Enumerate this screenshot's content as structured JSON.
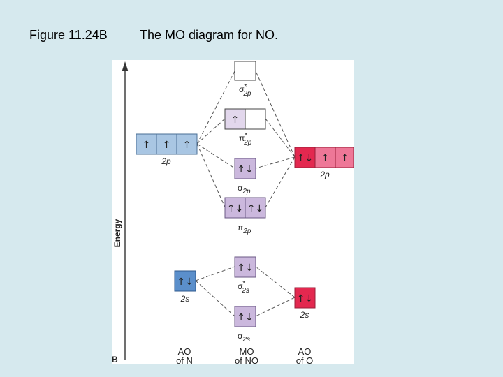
{
  "caption": {
    "figure_label": "Figure 11.24B",
    "title": "The MO diagram for NO."
  },
  "diagram": {
    "panel_letter": "B",
    "axis_label": "Energy",
    "columns": [
      {
        "line1": "AO",
        "line2": "of N"
      },
      {
        "line1": "MO",
        "line2": "of NO"
      },
      {
        "line1": "AO",
        "line2": "of O"
      }
    ],
    "levels": {
      "n_2p": {
        "label": "2p",
        "boxes": [
          "↑",
          "↑",
          "↑"
        ]
      },
      "n_2s": {
        "label": "2s",
        "boxes": [
          "↑↓"
        ]
      },
      "o_2p": {
        "label": "2p",
        "boxes": [
          "↑↓",
          "↑",
          "↑"
        ]
      },
      "o_2s": {
        "label": "2s",
        "boxes": [
          "↑↓"
        ]
      },
      "sigma_2p_star": {
        "symbol": "σ",
        "sup": "*",
        "sub": "2p",
        "boxes": [
          ""
        ]
      },
      "pi_2p_star": {
        "symbol": "π",
        "sup": "*",
        "sub": "2p",
        "boxes": [
          "↑",
          ""
        ]
      },
      "sigma_2p": {
        "symbol": "σ",
        "sup": "",
        "sub": "2p",
        "boxes": [
          "↑↓"
        ]
      },
      "pi_2p": {
        "symbol": "π",
        "sup": "",
        "sub": "2p",
        "boxes": [
          "↑↓",
          "↑↓"
        ]
      },
      "sigma_2s_star": {
        "symbol": "σ",
        "sup": "*",
        "sub": "2s",
        "boxes": [
          "↑↓"
        ]
      },
      "sigma_2s": {
        "symbol": "σ",
        "sup": "",
        "sub": "2s",
        "boxes": [
          "↑↓"
        ]
      }
    },
    "colors": {
      "n_2p_fill": "#a9c6e3",
      "n_2s_fill": "#5b8fcb",
      "o_2p_fill": "#ee7797",
      "o_2p_first_fill": "#e3284f",
      "o_2s_fill": "#e3284f",
      "mo_fill": "#cbb8dd",
      "mo_light_fill": "#e2d7ec",
      "background": "#d6e9ee"
    }
  }
}
